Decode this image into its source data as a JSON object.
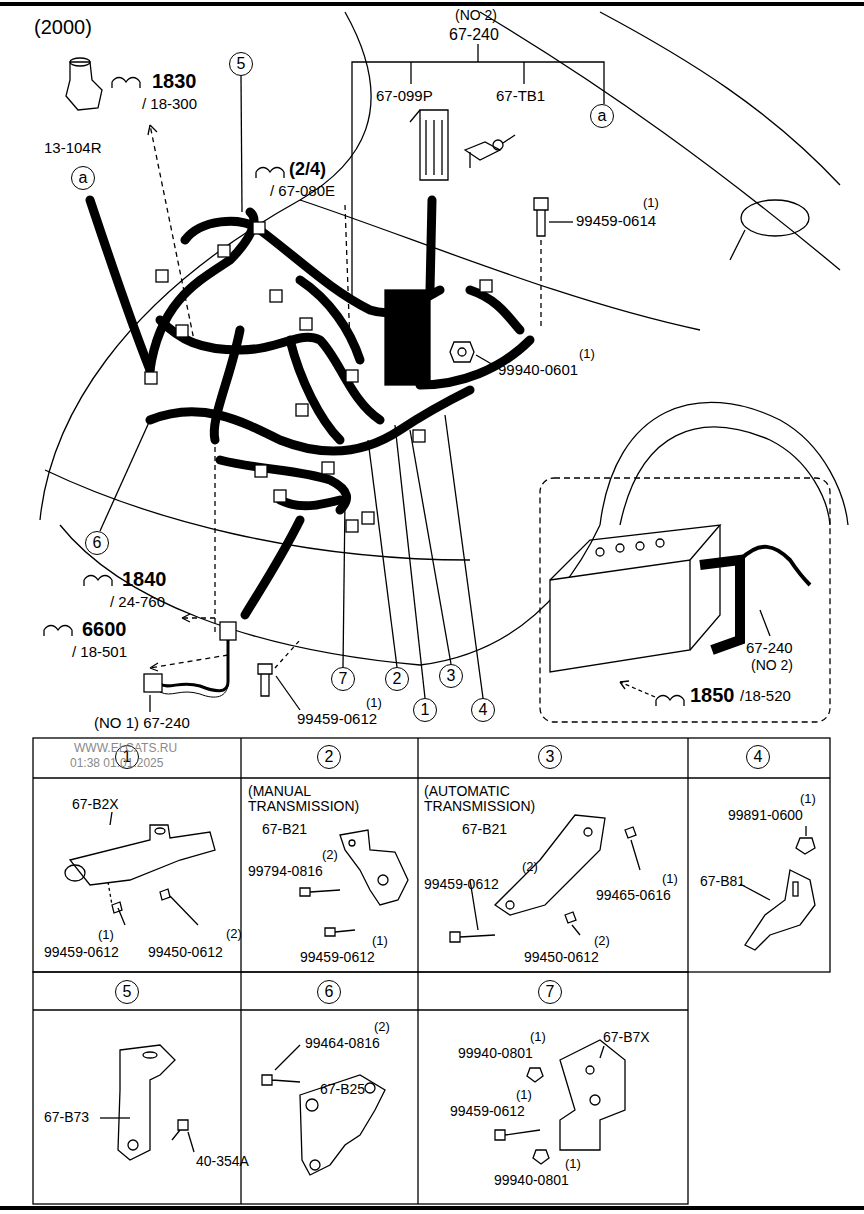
{
  "diagram": {
    "nodes": [
      {
        "text": [
          "5"
        ]
      },
      {
        "text": [
          "a"
        ]
      },
      {
        "text": [
          "a"
        ]
      },
      {
        "text": [
          "6"
        ]
      },
      {
        "text": [
          "7"
        ]
      },
      {
        "text": [
          "2"
        ]
      },
      {
        "text": [
          "1"
        ]
      },
      {
        "text": [
          "3"
        ]
      },
      {
        "text": [
          "4"
        ]
      },
      {
        "text": [
          "1"
        ]
      },
      {
        "text": [
          "2"
        ]
      },
      {
        "text": [
          "3"
        ]
      },
      {
        "text": [
          "4"
        ]
      },
      {
        "text": [
          "5"
        ]
      },
      {
        "text": [
          "6"
        ]
      },
      {
        "text": [
          "7"
        ]
      }
    ],
    "labels": [
      "(2000)",
      "1830",
      "/ 18-300",
      "13-104R",
      "(2/4)",
      "/ 67-080E",
      "(NO 2)",
      "67-240",
      "67-099P",
      "67-TB1",
      "(1)",
      "99459-0614",
      "(1)",
      "99940-0601",
      "1840",
      "/ 24-760",
      "6600",
      "/ 18-501",
      "(NO 1) 67-240",
      "(1)",
      "99459-0612",
      "67-240",
      "(NO 2)",
      "1850",
      "/18-520",
      "WWW.ELCATS.RU",
      "01:38 01.01.2025",
      "67-B2X",
      "(1)",
      "99459-0612",
      "(2)",
      "99450-0612",
      "(MANUAL TRANSMISSION)",
      "67-B21",
      "(2)",
      "99794-0816",
      "(1)",
      "99459-0612",
      "(AUTOMATIC TRANSMISSION)",
      "67-B21",
      "(2)",
      "99459-0612",
      "(1)",
      "99465-0616",
      "(2)",
      "99450-0612",
      "(1)",
      "99891-0600",
      "67-B81",
      "67-B73",
      "40-354A",
      "(2)",
      "99464-0816",
      "67-B25",
      "(1)",
      "99940-0801",
      "67-B7X",
      "(1)",
      "99459-0612",
      "(1)",
      "99940-0801"
    ]
  }
}
